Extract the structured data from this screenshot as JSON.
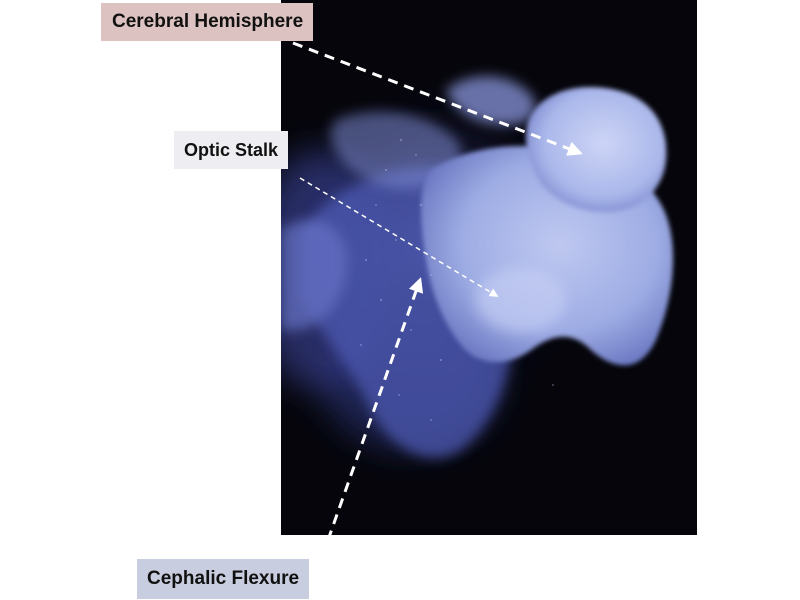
{
  "labels": {
    "cerebral_hemisphere": "Cerebral Hemisphere",
    "optic_stalk": "Optic Stalk",
    "cephalic_flexure": "Cephalic Flexure"
  },
  "colors": {
    "cerebral_hemisphere_bg": "#dcc3c1",
    "optic_stalk_bg": "#eeeef2",
    "cephalic_flexure_bg": "#c8cde0",
    "photo_background": "#05050b",
    "tissue": "#b4c0ee",
    "arrow": "#ffffff"
  }
}
